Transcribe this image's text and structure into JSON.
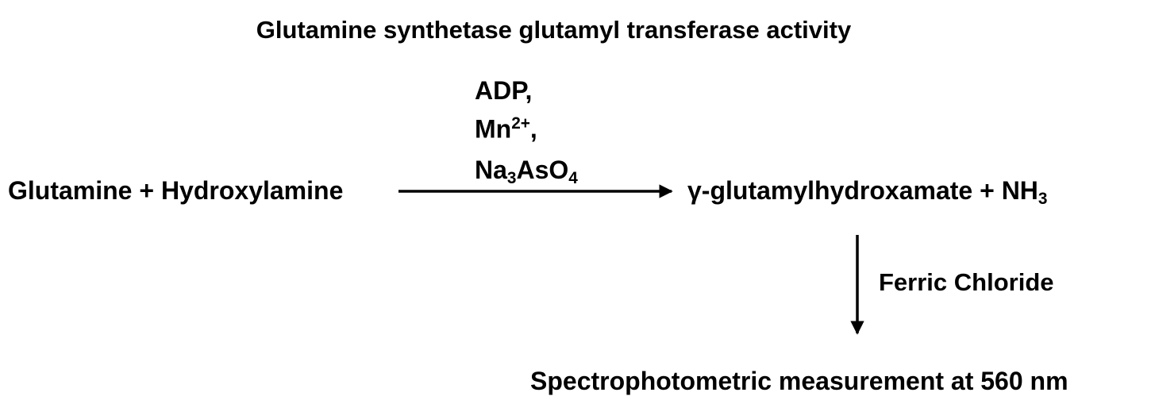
{
  "title": "Glutamine synthetase glutamyl transferase activity",
  "reaction": {
    "reactants": "Glutamine + Hydroxylamine",
    "reagents": [
      {
        "main": "ADP,",
        "sup": "",
        "sub1": "",
        "mid": "",
        "sub2": ""
      },
      {
        "main": "Mn",
        "sup": "2+",
        "tail": ","
      },
      {
        "main": "Na",
        "sub1": "3",
        "mid": "AsO",
        "sub2": "4"
      }
    ],
    "product": {
      "main": "γ-glutamylhydroxamate + NH",
      "sub": "3"
    }
  },
  "detection": {
    "reagent": "Ferric Chloride",
    "result": "Spectrophotometric measurement at 560 nm"
  }
}
